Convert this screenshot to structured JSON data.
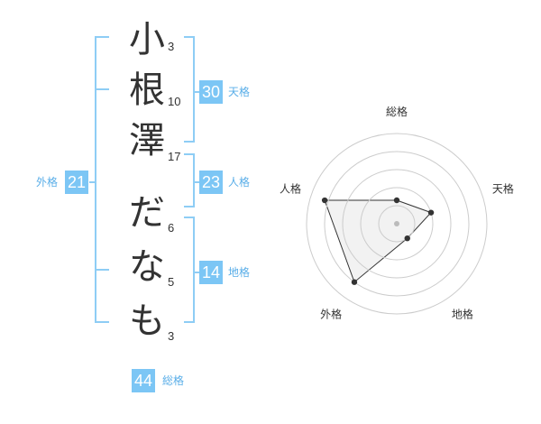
{
  "name": {
    "characters": [
      {
        "char": "小",
        "strokes": "3"
      },
      {
        "char": "根",
        "strokes": "10"
      },
      {
        "char": "澤",
        "strokes": "17"
      },
      {
        "char": "だ",
        "strokes": "6"
      },
      {
        "char": "な",
        "strokes": "5"
      },
      {
        "char": "も",
        "strokes": "3"
      }
    ]
  },
  "kakusu": {
    "tenkaku": {
      "value": "30",
      "label": "天格"
    },
    "jinkaku": {
      "value": "23",
      "label": "人格"
    },
    "chikaku": {
      "value": "14",
      "label": "地格"
    },
    "gaikaku": {
      "value": "21",
      "label": "外格"
    },
    "soukaku": {
      "value": "44",
      "label": "総格"
    }
  },
  "colors": {
    "accent": "#7cc6f5",
    "bracket": "#8ecdf5",
    "label": "#5aaee8",
    "polygon_fill": "#f2f2f2"
  },
  "chart_data": {
    "type": "radar",
    "axes": [
      "総格",
      "天格",
      "地格",
      "外格",
      "人格"
    ],
    "values": [
      1.3,
      2.0,
      1.0,
      4.0,
      4.2
    ],
    "rmax": 5,
    "rings": 4
  }
}
